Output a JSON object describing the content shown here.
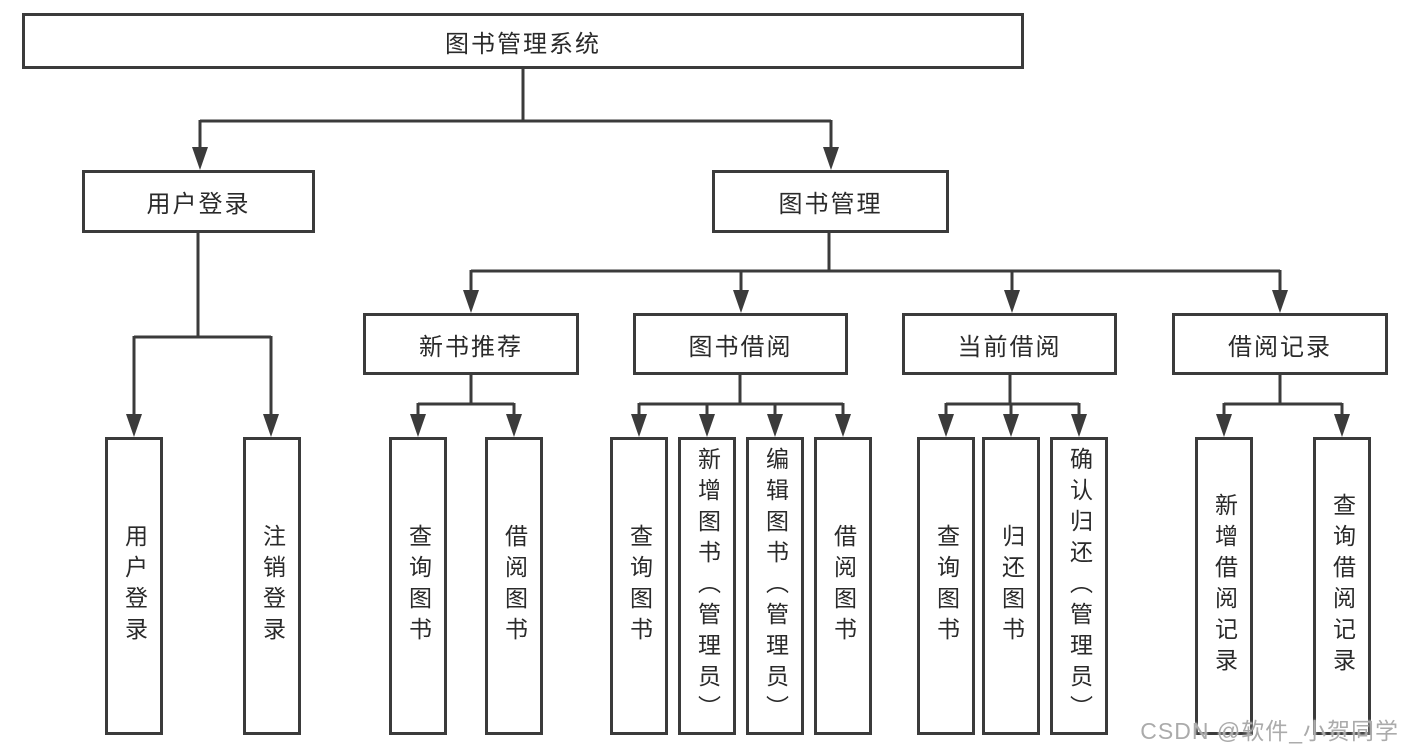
{
  "diagram": {
    "type": "hierarchy-tree",
    "title": "图书管理系统",
    "nodes": {
      "root": {
        "label": "图书管理系统"
      },
      "user_login": {
        "label": "用户登录"
      },
      "book_mgmt": {
        "label": "图书管理"
      },
      "new_book_rec": {
        "label": "新书推荐"
      },
      "book_borrow": {
        "label": "图书借阅"
      },
      "current_borrow": {
        "label": "当前借阅"
      },
      "borrow_records": {
        "label": "借阅记录"
      }
    },
    "leaves": {
      "user_login_action": {
        "label": "用户登录",
        "parent": "用户登录"
      },
      "logout_action": {
        "label": "注销登录",
        "parent": "用户登录"
      },
      "newbook_query": {
        "label": "查询图书",
        "parent": "新书推荐"
      },
      "newbook_borrow": {
        "label": "借阅图书",
        "parent": "新书推荐"
      },
      "borrow_query": {
        "label": "查询图书",
        "parent": "图书借阅"
      },
      "borrow_add": {
        "label": "新增图书（管理员）",
        "parent": "图书借阅"
      },
      "borrow_edit": {
        "label": "编辑图书（管理员）",
        "parent": "图书借阅"
      },
      "borrow_borrow": {
        "label": "借阅图书",
        "parent": "图书借阅"
      },
      "current_query": {
        "label": "查询图书",
        "parent": "当前借阅"
      },
      "current_return": {
        "label": "归还图书",
        "parent": "当前借阅"
      },
      "current_confirm": {
        "label": "确认归还（管理员）",
        "parent": "当前借阅"
      },
      "records_add": {
        "label": "新增借阅记录",
        "parent": "借阅记录"
      },
      "records_query": {
        "label": "查询借阅记录",
        "parent": "借阅记录"
      }
    },
    "watermark": {
      "text": "CSDN @软件_小贺同学"
    },
    "colors": {
      "line": "#3b3b3b",
      "border": "#3b3b3b",
      "text": "#2a2a2a",
      "background": "#ffffff",
      "watermark": "#ababab"
    }
  }
}
